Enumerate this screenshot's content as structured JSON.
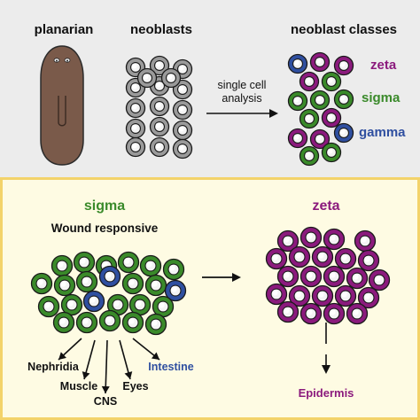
{
  "top": {
    "planarian_label": "planarian",
    "neoblasts_label": "neoblasts",
    "classes_label": "neoblast classes",
    "arrow_label_line1": "single cell",
    "arrow_label_line2": "analysis",
    "legend": [
      {
        "label": "zeta",
        "color": "#8b1a7d"
      },
      {
        "label": "sigma",
        "color": "#3a8a2a"
      },
      {
        "label": "gamma",
        "color": "#2f4fa0"
      }
    ]
  },
  "bottom": {
    "sigma_title": "sigma",
    "sigma_subtitle": "Wound responsive",
    "zeta_title": "zeta",
    "sigma_fates": [
      "Nephridia",
      "Muscle",
      "CNS",
      "Eyes",
      "Intestine"
    ],
    "zeta_fate": "Epidermis"
  },
  "colors": {
    "top_bg": "#ececec",
    "bottom_bg": "#fefbe3",
    "border": "#f3d36a",
    "zeta": "#8b1a7d",
    "sigma": "#3a8a2a",
    "gamma": "#2f4fa0",
    "neoblast_gray": "#9a9a9a",
    "worm": "#7a5a4a"
  }
}
